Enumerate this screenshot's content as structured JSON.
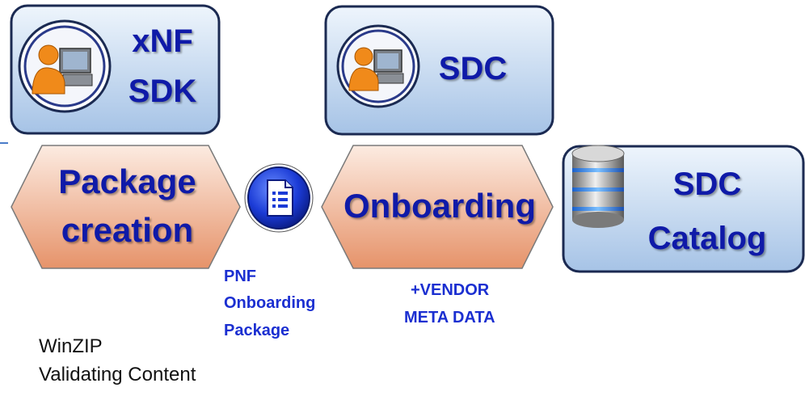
{
  "boxes": {
    "xnf_sdk": {
      "line1": "xNF",
      "line2": "SDK",
      "icon": "user-computer-icon"
    },
    "sdc": {
      "title": "SDC",
      "icon": "user-computer-icon"
    },
    "sdc_catalog": {
      "line1": "SDC",
      "line2": "Catalog",
      "icon": "database-icon"
    }
  },
  "steps": {
    "package_creation": {
      "line1": "Package",
      "line2": "creation"
    },
    "onboarding": {
      "title": "Onboarding"
    }
  },
  "package_icon": "document-icon",
  "notes": {
    "pnf_package": [
      "PNF",
      "Onboarding",
      "Package"
    ],
    "vendor_meta": [
      "+VENDOR",
      "META DATA"
    ]
  },
  "bottom_text": [
    "WinZIP",
    "Validating Content"
  ],
  "colors": {
    "box_fill_top": "#eaf2fb",
    "box_fill_bottom": "#a9c6e8",
    "box_border": "#1b2a52",
    "hex_fill_top": "#fbe6da",
    "hex_fill_bottom": "#e89a72",
    "label_blue": "#0f1aa8",
    "note_blue": "#1b2fd1"
  }
}
